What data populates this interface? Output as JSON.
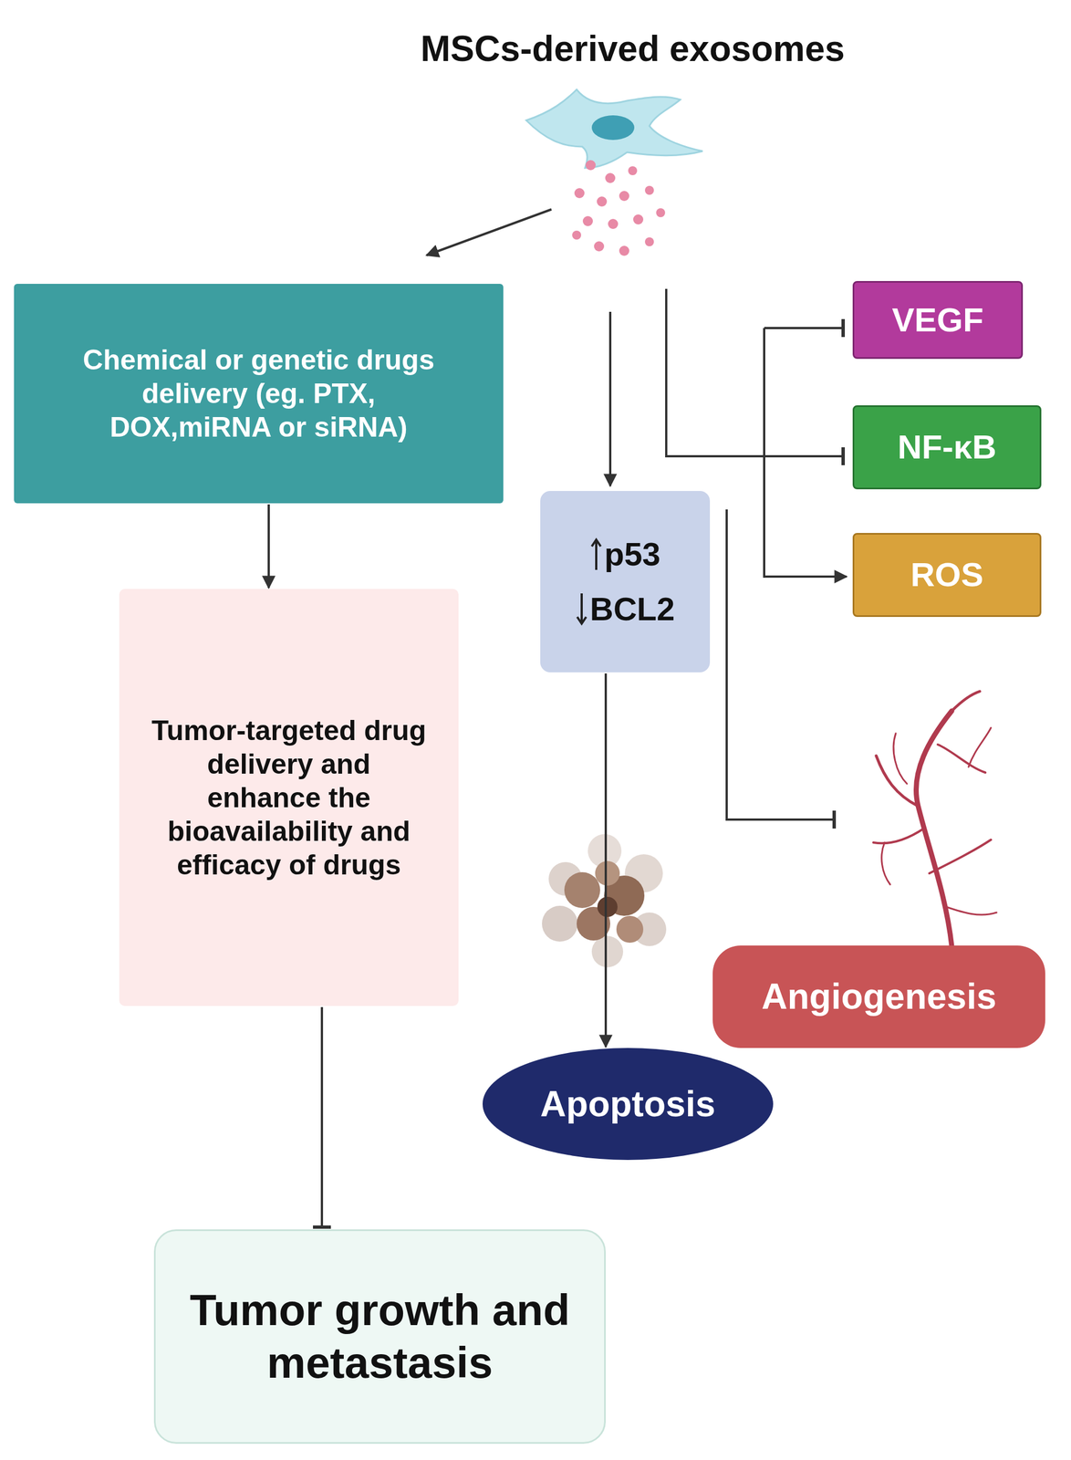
{
  "diagram": {
    "title": "MSCs-derived exosomes",
    "nodes": [
      {
        "text": [
          "Chemical or genetic drugs delivery (eg. PTX, DOX,miRNA or siRNA)"
        ]
      },
      {
        "text": [
          "Tumor-targeted drug delivery and enhance the bioavailability and efficacy of drugs"
        ]
      },
      {
        "text": [
          "Tumor growth and metastasis"
        ]
      },
      {
        "text": [
          "p53",
          "BCL2"
        ]
      },
      {
        "text": [
          "VEGF"
        ]
      },
      {
        "text": [
          "NF-κB"
        ]
      },
      {
        "text": [
          "ROS"
        ]
      },
      {
        "text": [
          "Angiogenesis"
        ]
      },
      {
        "text": [
          "Apoptosis"
        ]
      }
    ],
    "edges": [
      {
        "from": 0,
        "to": 1,
        "arrow": "to"
      },
      {
        "from": 1,
        "to": 2,
        "arrow": "to"
      },
      {
        "from": 3,
        "to": 8,
        "arrow": "to"
      }
    ]
  }
}
